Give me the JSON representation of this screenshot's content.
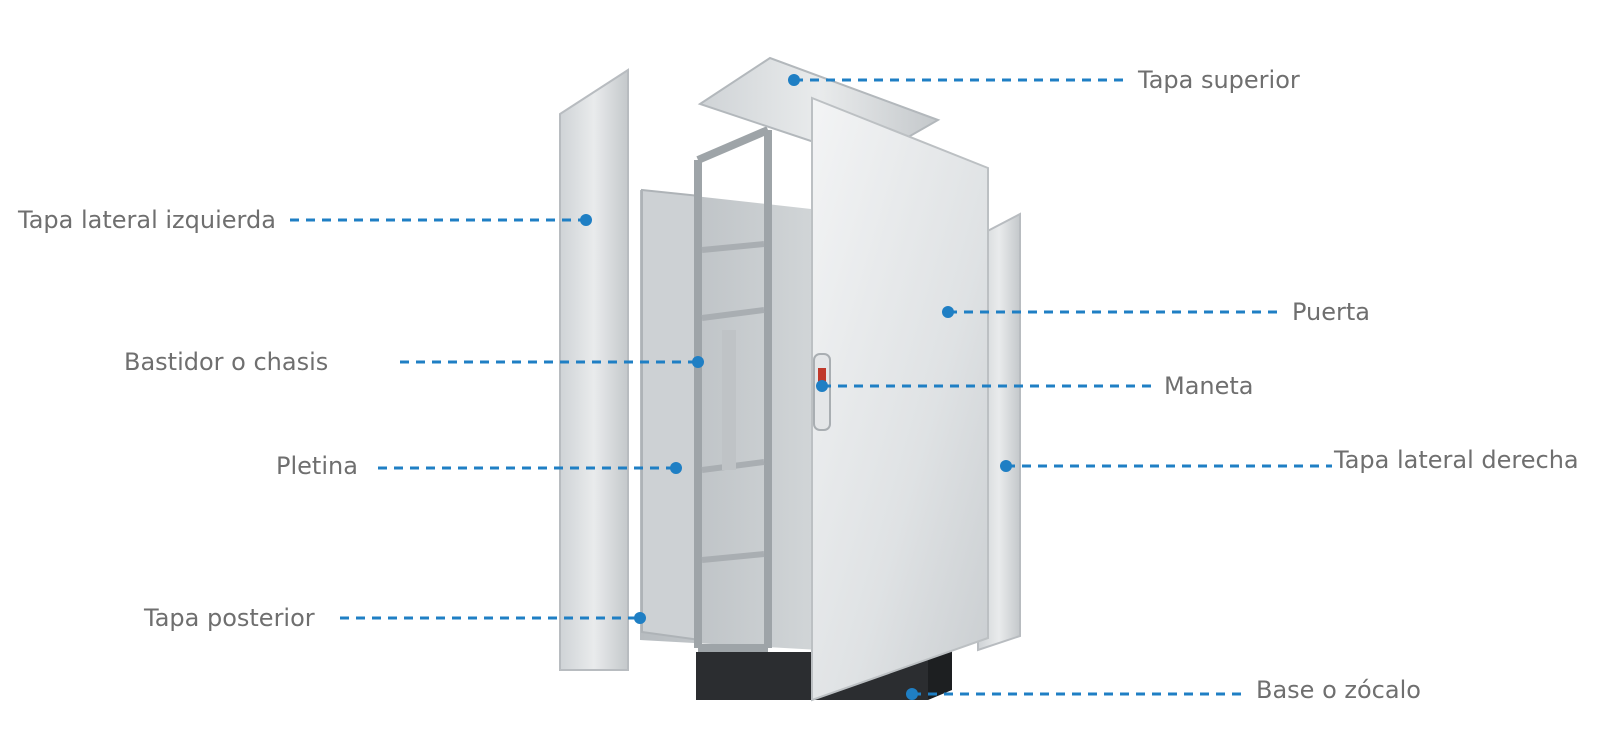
{
  "diagram": {
    "accent_color": "#1f7fc4",
    "labels": {
      "tapa_superior": "Tapa superior",
      "tapa_lateral_izquierda": "Tapa lateral izquierda",
      "puerta": "Puerta",
      "bastidor": "Bastidor o chasis",
      "maneta": "Maneta",
      "pletina": "Pletina",
      "tapa_lateral_derecha": "Tapa lateral derecha",
      "tapa_posterior": "Tapa posterior",
      "base": "Base o zócalo"
    }
  }
}
